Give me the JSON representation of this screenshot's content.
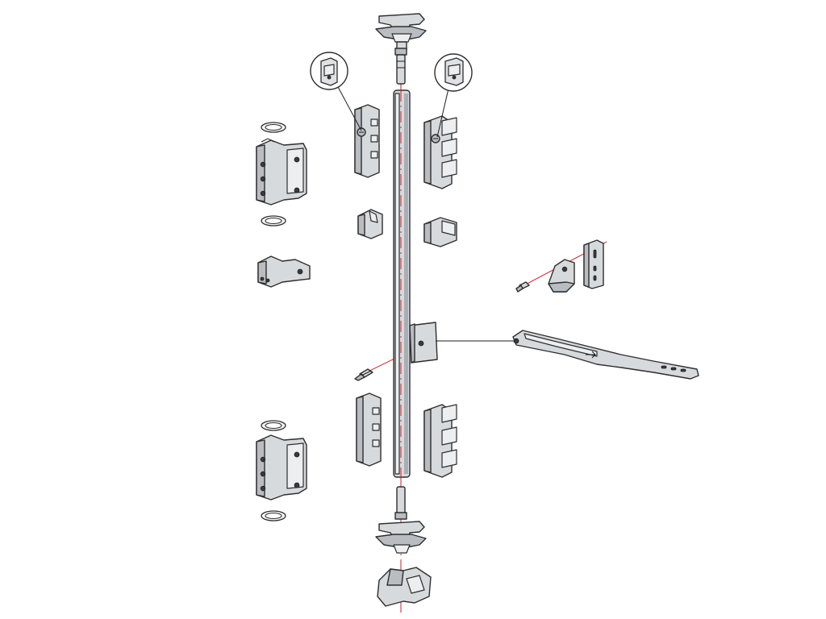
{
  "diagram": {
    "type": "exploded-assembly",
    "colors": {
      "background": "#ffffff",
      "metal": "#d7dadd",
      "metal_shadow": "#b9bdc2",
      "outline": "#2e2e2e",
      "axis_line": "#d0343f",
      "leader_line": "#1e1e1e"
    },
    "parts": [
      "top-cam-keeper",
      "top-rod-end",
      "vertical-rod",
      "gearbox-bracket",
      "operating-handle",
      "bottom-rod-end",
      "bottom-cam-keeper",
      "bottom-keeper-block",
      "upper-left-rod-guide",
      "upper-right-rod-guide",
      "lower-left-rod-guide",
      "lower-right-rod-guide",
      "small-left-clip",
      "small-right-clip",
      "upper-hinge-bracket",
      "lower-hinge-bracket",
      "hinge-clip",
      "hinge-washer",
      "fixing-screw",
      "stay-bracket",
      "stay-plate",
      "stay-screw",
      "callout-left",
      "callout-right"
    ]
  }
}
